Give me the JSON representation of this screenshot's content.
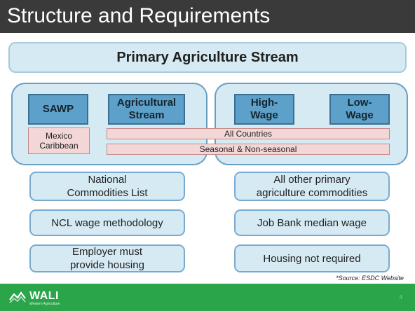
{
  "slide": {
    "title": "Structure and Requirements",
    "banner": "Primary Agriculture Stream",
    "streams": {
      "sawp": "SAWP",
      "agricultural": "Agricultural Stream",
      "high_wage": "High-\nWage",
      "low_wage": "Low-\nWage"
    },
    "countries": {
      "mexico_caribbean": "Mexico\nCaribbean",
      "all_countries": "All Countries",
      "seasonal": "Seasonal & Non-seasonal"
    },
    "requirements": {
      "left": [
        "National\nCommodities List",
        "NCL wage methodology",
        "Employer must\nprovide housing"
      ],
      "right": [
        "All other primary\nagriculture commodities",
        "Job Bank median wage",
        "Housing not required"
      ]
    },
    "source_note": "*Source: ESDC Website"
  },
  "footer": {
    "logo_text": "WALI",
    "logo_sub": "Western Agriculture",
    "page_number": "4"
  },
  "colors": {
    "title_bar": "#3a3a3a",
    "light_blue": "#d6eaf3",
    "stream_blue": "#5da0c9",
    "pink": "#f3d7d7",
    "footer_green": "#2aa549"
  }
}
